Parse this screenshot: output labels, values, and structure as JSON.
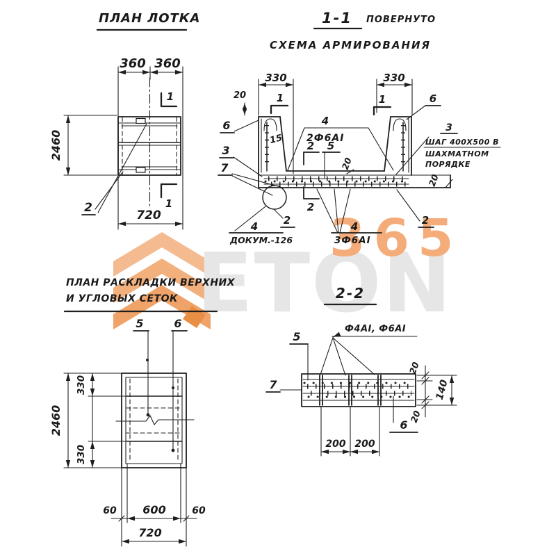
{
  "colors": {
    "ink": "#1f1f1f",
    "paper": "#ffffff",
    "watermark_gray": "#e6e6e6",
    "watermark_orange": "#f4ad7a",
    "logo_orange": "#efa368",
    "logo_orange_dark": "#e98e45"
  },
  "watermark": {
    "brand": "ETON",
    "num": "365"
  },
  "plan": {
    "title": "ПЛАН ЛОТКА",
    "d360a": "360",
    "d360b": "360",
    "d2460": "2460",
    "d720": "720",
    "cut1a": "1",
    "cut1b": "1",
    "pos2": "2"
  },
  "s11": {
    "title": "1-1",
    "rotated": "ПОВЕРНУТО",
    "subtitle": "СХЕМА АРМИРОВАНИЯ",
    "d330l": "330",
    "d330r": "330",
    "d20a": "20",
    "d15": "15",
    "d20mid": "20",
    "d20right": "20",
    "p6l": "6",
    "p3l": "3",
    "p7": "7",
    "c1l": "1",
    "c1r": "1",
    "p6r": "6",
    "p3r": "3",
    "note1": "ШАГ 400Х500 В",
    "note2": "ШАХМАТНОМ",
    "note3": "ПОРЯДКЕ",
    "f4a_num": "4",
    "f4a_txt": "2Ф6АI",
    "c2a": "2",
    "p5": "5",
    "c2b": "2",
    "p2a": "2",
    "p2b": "2",
    "fdoc_num": "4",
    "fdoc_txt": "ДОКУМ.-126",
    "f4b_num": "4",
    "f4b_txt": "3Ф6АI"
  },
  "mesh": {
    "title1": "ПЛАН РАСКЛАДКИ ВЕРХНИХ",
    "title2": "И УГЛОВЫХ СЕТОК",
    "p5": "5",
    "p6": "6",
    "d330a": "330",
    "d2460": "2460",
    "d330b": "330",
    "d60a": "60",
    "d600": "600",
    "d60b": "60",
    "d720": "720"
  },
  "s22": {
    "title": "2-2",
    "bars": "Ф4АI, Ф6АI",
    "p5": "5",
    "p7": "7",
    "p6": "6",
    "d200a": "200",
    "d200b": "200",
    "d20t": "20",
    "d140": "140",
    "d20b": "20"
  }
}
